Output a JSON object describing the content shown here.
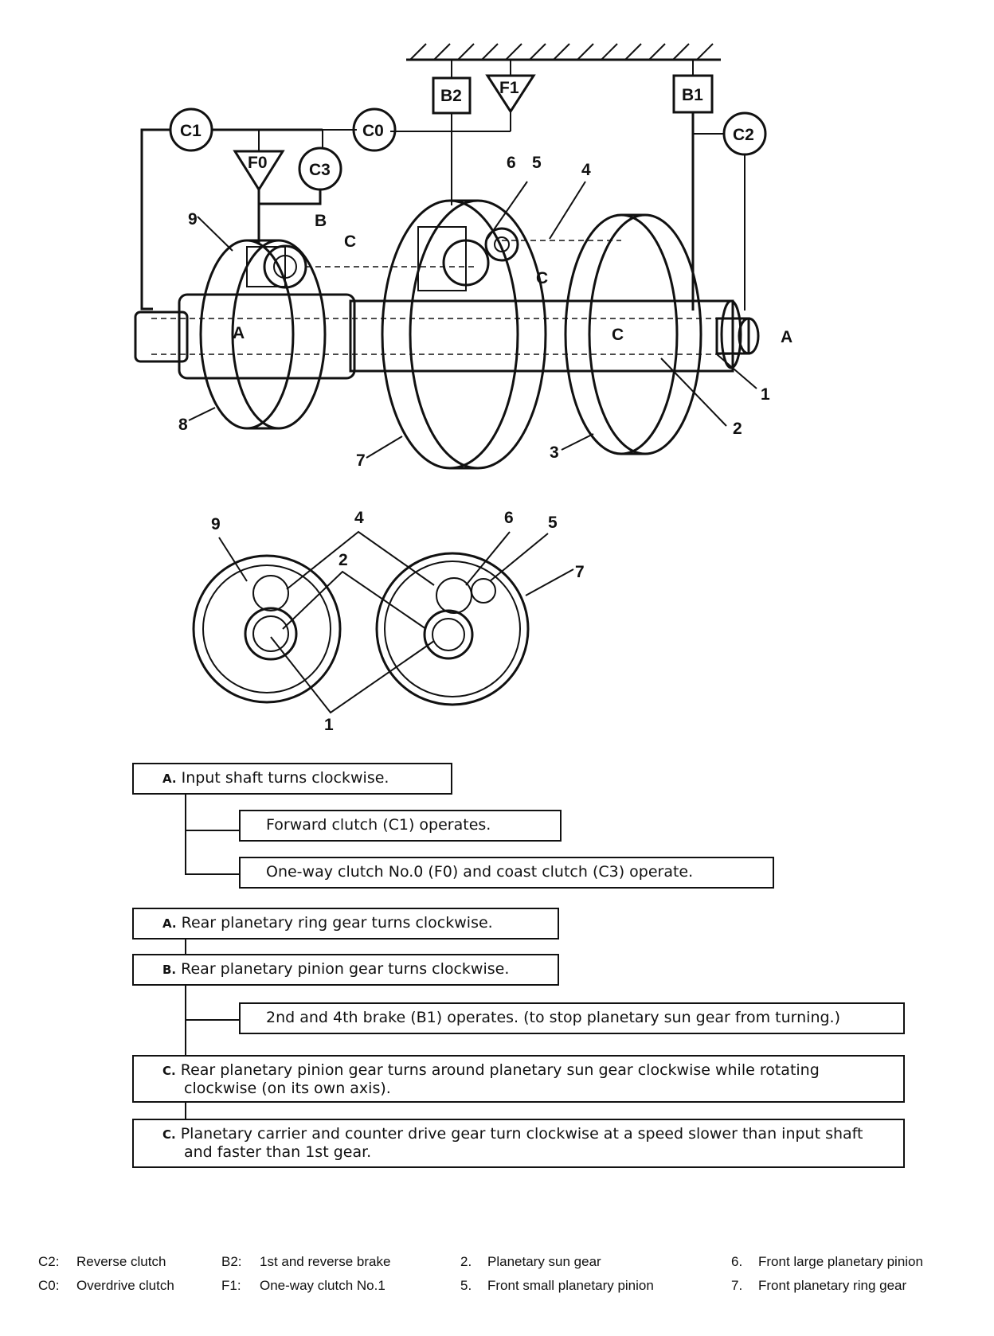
{
  "components": {
    "B2": "B2",
    "F1": "F1",
    "B1": "B1",
    "C1": "C1",
    "C0": "C0",
    "C2": "C2",
    "F0": "F0",
    "C3": "C3"
  },
  "callouts": {
    "n1": "1",
    "n2": "2",
    "n3": "3",
    "n4": "4",
    "n5": "5",
    "n6": "6",
    "n7": "7",
    "n8": "8",
    "n9": "9",
    "A": "A",
    "B": "B",
    "C": "C"
  },
  "flow": {
    "s1": {
      "key": "A.",
      "text": "Input shaft turns clockwise."
    },
    "s2": {
      "text": "Forward clutch (C1) operates."
    },
    "s3": {
      "text": "One-way clutch No.0 (F0) and coast clutch (C3) operate."
    },
    "s4": {
      "key": "A.",
      "text": "Rear planetary ring gear turns clockwise."
    },
    "s5": {
      "key": "B.",
      "text": "Rear planetary pinion gear turns clockwise."
    },
    "s6": {
      "text": "2nd and 4th brake (B1) operates. (to stop planetary sun gear from turning.)"
    },
    "s7": {
      "key": "C.",
      "text": "Rear planetary pinion gear turns around planetary sun gear clockwise while rotating clockwise (on its own axis)."
    },
    "s8": {
      "key": "C.",
      "text": "Planetary carrier and counter drive gear turn clockwise at a speed slower than input shaft and faster than 1st gear."
    }
  },
  "legend": [
    {
      "code": "C2:",
      "label": "Reverse clutch"
    },
    {
      "code": "C0:",
      "label": "Overdrive clutch"
    },
    {
      "code": "B2:",
      "label": "1st and reverse brake"
    },
    {
      "code": "F1:",
      "label": "One-way clutch No.1"
    },
    {
      "code": "2.",
      "label": "Planetary sun gear"
    },
    {
      "code": "5.",
      "label": "Front small planetary pinion"
    },
    {
      "code": "6.",
      "label": "Front large planetary pinion"
    },
    {
      "code": "7.",
      "label": "Front planetary ring gear"
    }
  ]
}
